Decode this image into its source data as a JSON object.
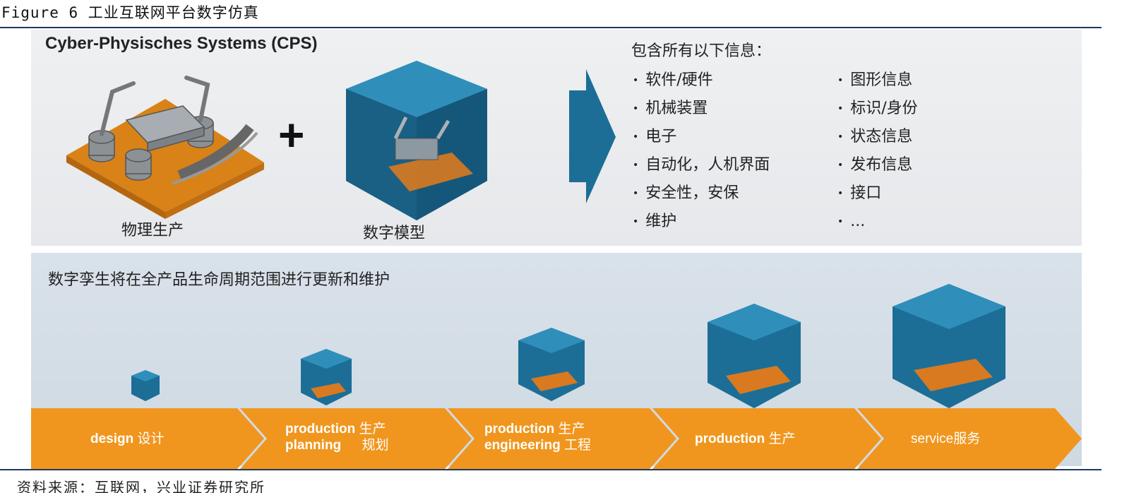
{
  "caption": "Figure 6 工业互联网平台数字仿真",
  "source": "资料来源：互联网，兴业证券研究所",
  "cps": {
    "title": "Cyber-Physisches Systems (CPS)",
    "plus": "+",
    "physical_caption": "物理生产",
    "digital_caption": "数字模型"
  },
  "info": {
    "title": "包含所有以下信息：",
    "col1": [
      "软件/硬件",
      "机械装置",
      "电子",
      "自动化，人机界面",
      "安全性，安保",
      "维护"
    ],
    "col2": [
      "图形信息",
      "标识/身份",
      "状态信息",
      "发布信息",
      "接口",
      "..."
    ]
  },
  "twin": {
    "title": "数字孪生将在全产品生命周期范围进行更新和维护",
    "stages": [
      {
        "en1": "design",
        "cn1": "设计",
        "en2": "",
        "cn2": ""
      },
      {
        "en1": "production",
        "cn1": "生产",
        "en2": "planning",
        "cn2": "规划"
      },
      {
        "en1": "production",
        "cn1": "生产",
        "en2": "engineering",
        "cn2": "工程"
      },
      {
        "en1": "production",
        "cn1": "生产",
        "en2": "",
        "cn2": ""
      },
      {
        "en1": "service",
        "cn1": "服务",
        "en2": "",
        "cn2": ""
      }
    ]
  },
  "colors": {
    "arrow_orange": "#f0961e",
    "cube_blue": "#1c6e97",
    "rule": "#1f3864"
  }
}
